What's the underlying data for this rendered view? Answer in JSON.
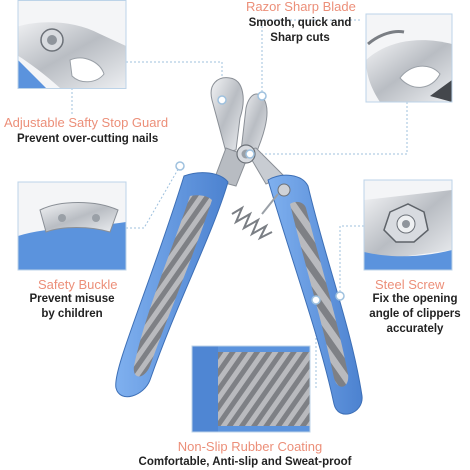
{
  "features": {
    "razor_blade": {
      "title": "Razor Sharp Blade",
      "desc_line1": "Smooth, quick and",
      "desc_line2": "Sharp cuts"
    },
    "stop_guard": {
      "title": "Adjustable Safty Stop Guard",
      "desc": "Prevent over-cutting nails"
    },
    "safety_buckle": {
      "title": "Safety Buckle",
      "desc_line1": "Prevent misuse",
      "desc_line2": "by children"
    },
    "steel_screw": {
      "title": "Steel Screw",
      "desc_line1": "Fix the opening",
      "desc_line2": "angle of clippers",
      "desc_line3": "accurately"
    },
    "rubber_coating": {
      "title": "Non-Slip Rubber Coating",
      "desc": "Comfortable, Anti-slip and Sweat-proof"
    }
  },
  "colors": {
    "accent_title": "#ec8f79",
    "handle_blue": "#5b93dd",
    "grip_gray": "#8e8f93",
    "steel": "#c9ccd1",
    "callout_line": "#9fc1de"
  }
}
